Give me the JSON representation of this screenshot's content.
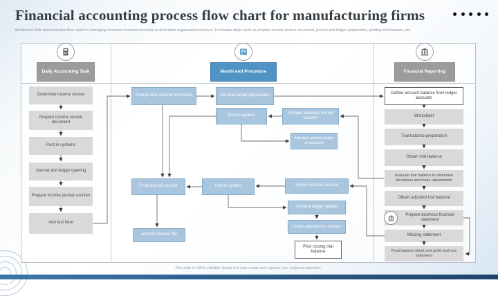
{
  "slide": {
    "title": "Financial accounting process flow chart for manufacturing firms",
    "subtitle": "Mentioned slide demonstrates flow chart for managing business financial accounts to determine organisation revenue. It includes steps such as prepare income source document, journal and ledger preparation, posting trial balance, etc.",
    "footer": "This slide is 100% editable. Adapt it to your needs and capture your audience attention."
  },
  "colors": {
    "accent_blue": "#4f94c4",
    "flow_blue_fill": "#a9c6de",
    "flow_blue_border": "#84adca",
    "header_gray": "#9c9c9c",
    "step_gray": "#d9d9d9",
    "bottom_bar": "#1d446c"
  },
  "columns": [
    {
      "header": "Daily Accounting Task",
      "icon": "calculator-icon"
    },
    {
      "header": "Month end Procedure",
      "icon": "calendar-icon"
    },
    {
      "header": "Financial Reporting",
      "icon": "bank-icon"
    }
  ],
  "flow": {
    "daily": [
      "Determine income source",
      "Prepare income source document",
      "Post in systems",
      "Journal and ledger opening",
      "Prepare income journal voucher",
      "Add text here"
    ],
    "month_end": {
      "post_jv_in_system": "Post journal voucher in system",
      "general_ledger_preparation": "General ledger preparation",
      "post_in_system_1": "Post in system",
      "prepare_adjusted_jv": "Prepare adjusted journal voucher",
      "adjusted_gl_preparation": "Adjusted general ledger preparation",
      "final_journal_voucher": "Final journal voucher",
      "post_in_system_2": "Post in system",
      "system_journal_voucher": "System journal voucher",
      "journal_voucher_file": "Journal voucher file",
      "general_ledger_update": "General ledger update",
      "obtain_adjusted_trial_balance": "Obtain adjusted trial balance",
      "post_closing_trial_balance": "Post closing trial balance"
    },
    "reporting": [
      "Gather account balance from ledger accounts",
      "Worksheet",
      "Trial balance preparation",
      "Obtain trial balance",
      "Evaluate trial balance to determine deviations and make adjustments",
      "Obtain adjusted trial balance",
      "Prepare business financial statement",
      "Missing statement",
      "Final balance sheet and profit and loss statement"
    ]
  }
}
